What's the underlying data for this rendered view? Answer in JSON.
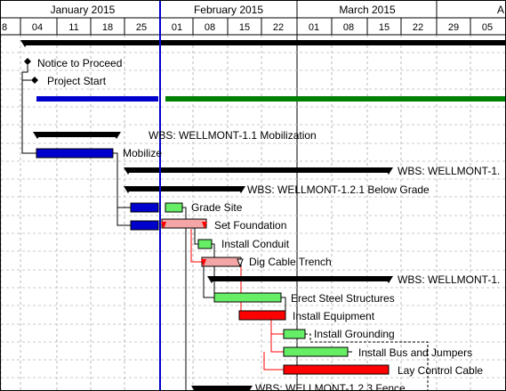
{
  "timescale": {
    "months": [
      {
        "label": "January 2015"
      },
      {
        "label": "February 2015"
      },
      {
        "label": "March 2015"
      },
      {
        "label": "A"
      }
    ],
    "weeks": [
      "8",
      "04",
      "11",
      "18",
      "25",
      "01",
      "08",
      "15",
      "22",
      "01",
      "08",
      "15",
      "22",
      "29",
      "05"
    ]
  },
  "data_date": "2015-02-01",
  "colors": {
    "summary": "#000000",
    "actual": "#0000cc",
    "remaining": "#008000",
    "planned": "#66ee66",
    "critical": "#ff0000",
    "critical_planned": "#f4a6a6",
    "data_date_line": "#0000cc",
    "link": "#000000",
    "critical_link": "#ff0000"
  },
  "activities": [
    {
      "type": "summary-top",
      "label": ""
    },
    {
      "type": "milestone",
      "label": "Notice to Proceed"
    },
    {
      "type": "milestone",
      "label": "Project Start"
    },
    {
      "type": "project-bar",
      "label": ""
    },
    {
      "type": "summary",
      "label": "WBS: WELLMONT-1.1  Mobilization"
    },
    {
      "type": "task",
      "label": "Mobilize"
    },
    {
      "type": "summary",
      "label": "WBS: WELLMONT-1."
    },
    {
      "type": "summary",
      "label": "WBS: WELLMONT-1.2.1  Below Grade"
    },
    {
      "type": "task",
      "label": "Grade Site"
    },
    {
      "type": "task",
      "label": "Set Foundation"
    },
    {
      "type": "task",
      "label": "Install Conduit"
    },
    {
      "type": "task",
      "label": "Dig Cable Trench"
    },
    {
      "type": "summary",
      "label": "WBS: WELLMONT-1."
    },
    {
      "type": "task",
      "label": "Erect Steel Structures"
    },
    {
      "type": "task",
      "label": "Install Equipment"
    },
    {
      "type": "task",
      "label": "Install Grounding"
    },
    {
      "type": "task",
      "label": "Install Bus and Jumpers"
    },
    {
      "type": "task",
      "label": "Lay Control Cable"
    },
    {
      "type": "summary",
      "label": "WBS: WELLMONT-1.2.3  Fence"
    }
  ]
}
